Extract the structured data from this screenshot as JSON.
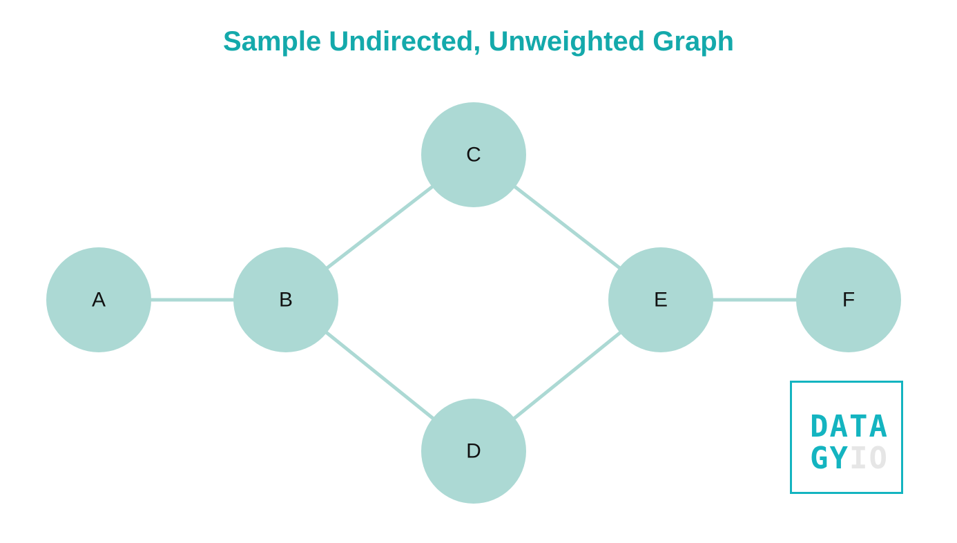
{
  "title": "Sample Undirected, Unweighted Graph",
  "colors": {
    "title": "#14a9ab",
    "node_fill": "#acd9d4",
    "edge": "#acd9d4",
    "logo_accent": "#14b4c0",
    "logo_faded": "#e6e6e6"
  },
  "graph": {
    "nodes": [
      {
        "id": "A",
        "label": "A"
      },
      {
        "id": "B",
        "label": "B"
      },
      {
        "id": "C",
        "label": "C"
      },
      {
        "id": "D",
        "label": "D"
      },
      {
        "id": "E",
        "label": "E"
      },
      {
        "id": "F",
        "label": "F"
      }
    ],
    "edges": [
      {
        "from": "A",
        "to": "B"
      },
      {
        "from": "B",
        "to": "C"
      },
      {
        "from": "B",
        "to": "D"
      },
      {
        "from": "C",
        "to": "E"
      },
      {
        "from": "D",
        "to": "E"
      },
      {
        "from": "E",
        "to": "F"
      }
    ]
  },
  "logo": {
    "line1": "DATA",
    "line2_accent": "GY",
    "line2_faded": "IO"
  }
}
